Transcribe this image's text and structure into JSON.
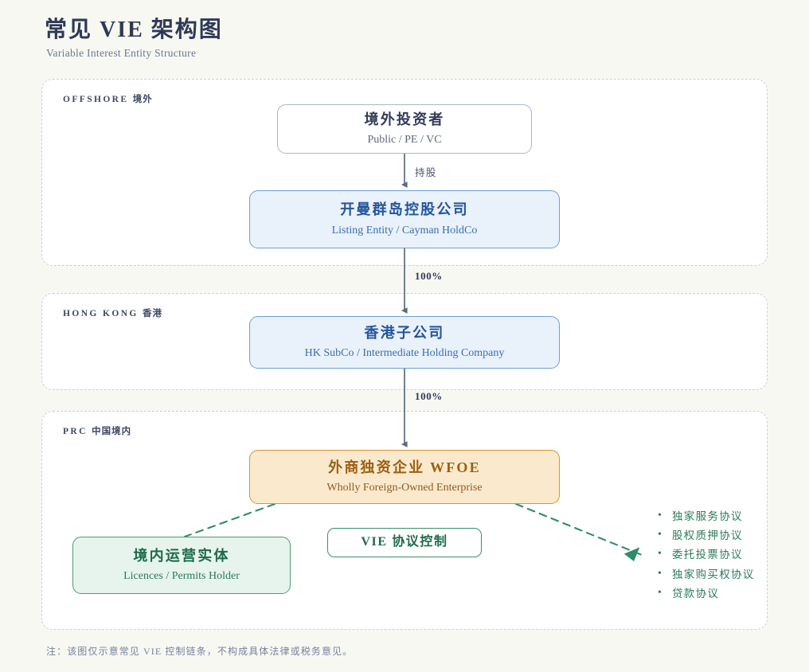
{
  "header": {
    "title": "常见 VIE 架构图",
    "subtitle": "Variable Interest Entity Structure"
  },
  "sections": {
    "offshore": {
      "label_en": "OFFSHORE",
      "label_cn": "境外"
    },
    "hongkong": {
      "label_en": "HONG KONG",
      "label_cn": "香港"
    },
    "prc": {
      "label_en": "PRC",
      "label_cn": "中国境内"
    }
  },
  "nodes": {
    "investor": {
      "title": "境外投资者",
      "subtitle": "Public / PE / VC"
    },
    "cayman": {
      "title": "开曼群岛控股公司",
      "subtitle": "Listing Entity / Cayman HoldCo"
    },
    "hk_subco": {
      "title": "香港子公司",
      "subtitle": "HK SubCo / Intermediate Holding Company"
    },
    "wfoe": {
      "title": "外商独资企业 WFOE",
      "subtitle": "Wholly Foreign-Owned Enterprise"
    },
    "domestic": {
      "title": "境内运营实体",
      "subtitle": "Licences / Permits Holder"
    },
    "vie_control": {
      "title": "VIE 协议控制"
    }
  },
  "edges": {
    "holding": "持股",
    "pct_cayman_to_hk": "100%",
    "pct_hk_to_wfoe": "100%"
  },
  "agreements": [
    "独家服务协议",
    "股权质押协议",
    "委托投票协议",
    "独家购买权协议",
    "贷款协议"
  ],
  "footnote": "注：该图仅示意常见 VIE 控制链条，不构成具体法律或税务意见。",
  "colors": {
    "page_background": "#f8f8f3",
    "title": "#2e3a55",
    "offshore_blue_fill": "#e9f1fb",
    "offshore_blue_border": "#6d9fd6",
    "wfoe_fill": "#fbe9cd",
    "wfoe_border": "#d9932f",
    "domestic_fill": "#e7f4ed",
    "domestic_border": "#4d9a77",
    "connector": "#5a6b82",
    "vie_dashed": "#2f8c6b"
  }
}
